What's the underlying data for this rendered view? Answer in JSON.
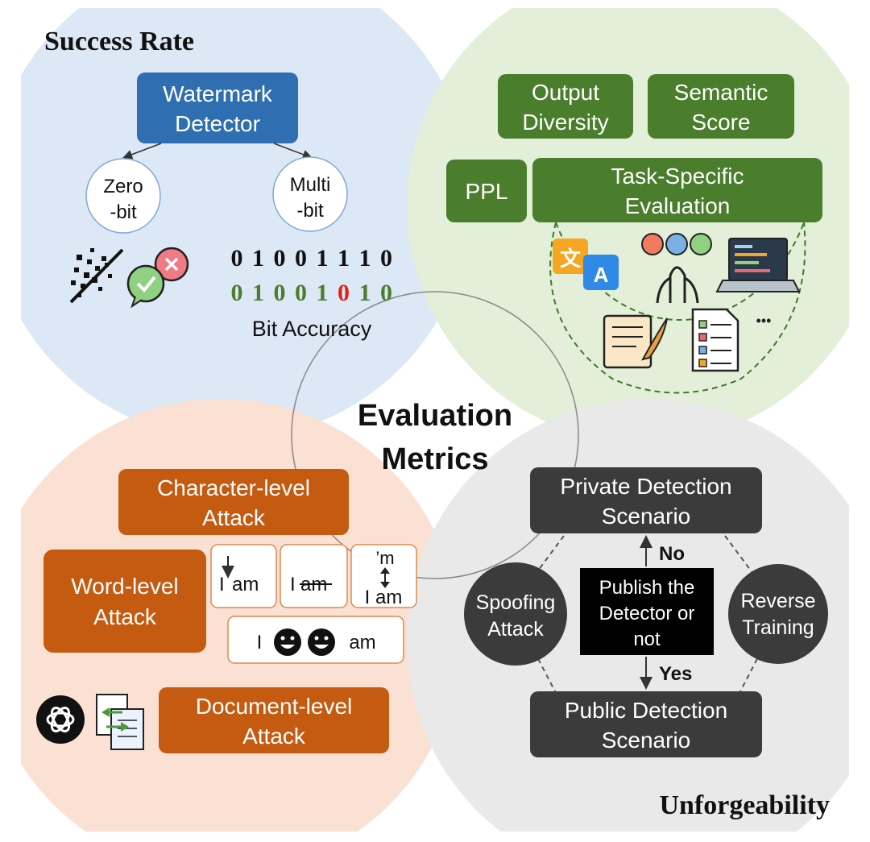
{
  "center_title": [
    "Evaluation",
    "Metrics"
  ],
  "colors": {
    "blue_bg": "#dce8f5",
    "green_bg": "#e3efd8",
    "peach_bg": "#fbe1d3",
    "gray_bg": "#e9e9e9",
    "blue_box": "#2f6fb1",
    "green_box": "#4a7d2c",
    "orange_box": "#c55a11",
    "dark_box": "#3b3b3b",
    "bit_green": "#4a7d2c",
    "bit_red": "#e0201b"
  },
  "success_rate": {
    "title": "Success Rate",
    "detector": [
      "Watermark",
      "Detector"
    ],
    "zero_bit": [
      "Zero",
      "-bit"
    ],
    "multi_bit": [
      "Multi",
      "-bit"
    ],
    "bits_original": [
      "0",
      "1",
      "0",
      "0",
      "1",
      "1",
      "1",
      "0"
    ],
    "bits_decoded": [
      "0",
      "1",
      "0",
      "0",
      "1",
      "0",
      "1",
      "0"
    ],
    "error_index": 5,
    "bit_accuracy": "Bit Accuracy",
    "icons": [
      "noise-icon",
      "chat-check-cross-icon"
    ]
  },
  "quality": {
    "output_diversity": [
      "Output",
      "Diversity"
    ],
    "semantic_score": [
      "Semantic",
      "Score"
    ],
    "ppl": "PPL",
    "task_specific": [
      "Task-Specific",
      "Evaluation"
    ],
    "ellipsis": "•••",
    "icons": [
      "translate-icon",
      "emotion-icon",
      "code-laptop-icon",
      "writing-scroll-icon",
      "checklist-icon"
    ]
  },
  "robustness": {
    "character_level": [
      "Character-level",
      "Attack"
    ],
    "word_level": [
      "Word-level",
      "Attack"
    ],
    "document_level": [
      "Document-level",
      "Attack"
    ],
    "example_insert": [
      "I",
      "am"
    ],
    "example_delete": [
      "I",
      "am"
    ],
    "example_substitute_top": "’m",
    "example_substitute_bottom": "I am",
    "example_emoji": [
      "I",
      "am"
    ],
    "icons": [
      "openai-logo-icon",
      "document-swap-icon"
    ]
  },
  "unforgeability": {
    "title": "Unforgeability",
    "private_detection": [
      "Private Detection",
      "Scenario"
    ],
    "public_detection": [
      "Public Detection",
      "Scenario"
    ],
    "publish_question": [
      "Publish the",
      "Detector or",
      "not"
    ],
    "no_label": "No",
    "yes_label": "Yes",
    "spoofing": [
      "Spoofing",
      "Attack"
    ],
    "reverse": [
      "Reverse",
      "Training"
    ]
  }
}
